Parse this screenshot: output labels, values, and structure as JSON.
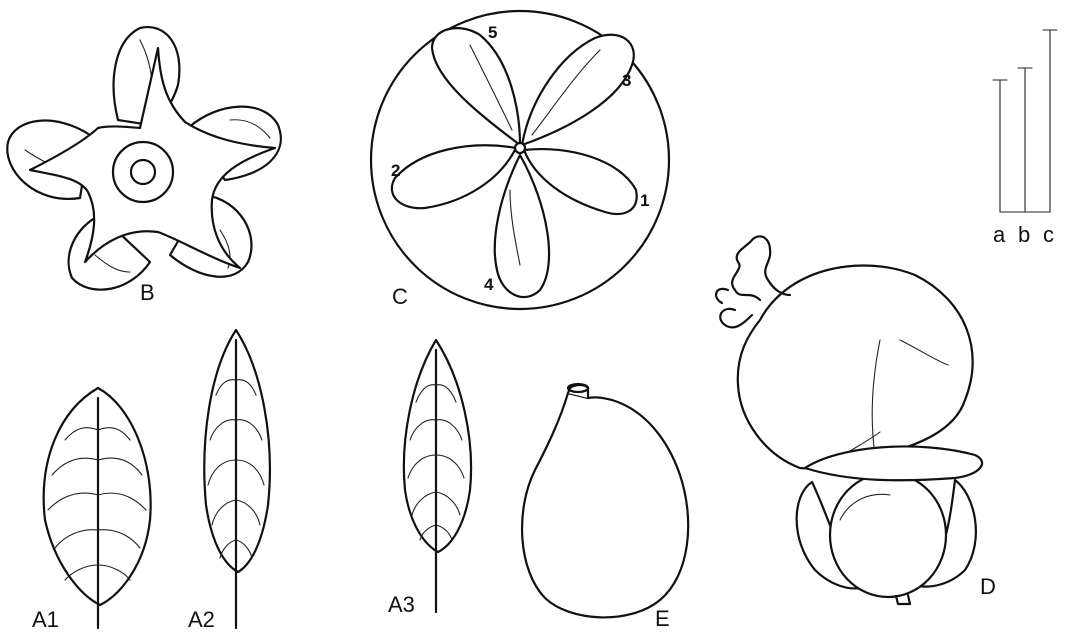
{
  "panels": {
    "B": "B",
    "C": "C",
    "D": "D",
    "E": "E",
    "A1": "A1",
    "A2": "A2",
    "A3": "A3"
  },
  "diagram_numbers": [
    "1",
    "2",
    "3",
    "4",
    "5"
  ],
  "scale_bars": {
    "a": "a",
    "b": "b",
    "c": "c"
  },
  "colors": {
    "ink": "#111111",
    "paper": "#ffffff"
  }
}
